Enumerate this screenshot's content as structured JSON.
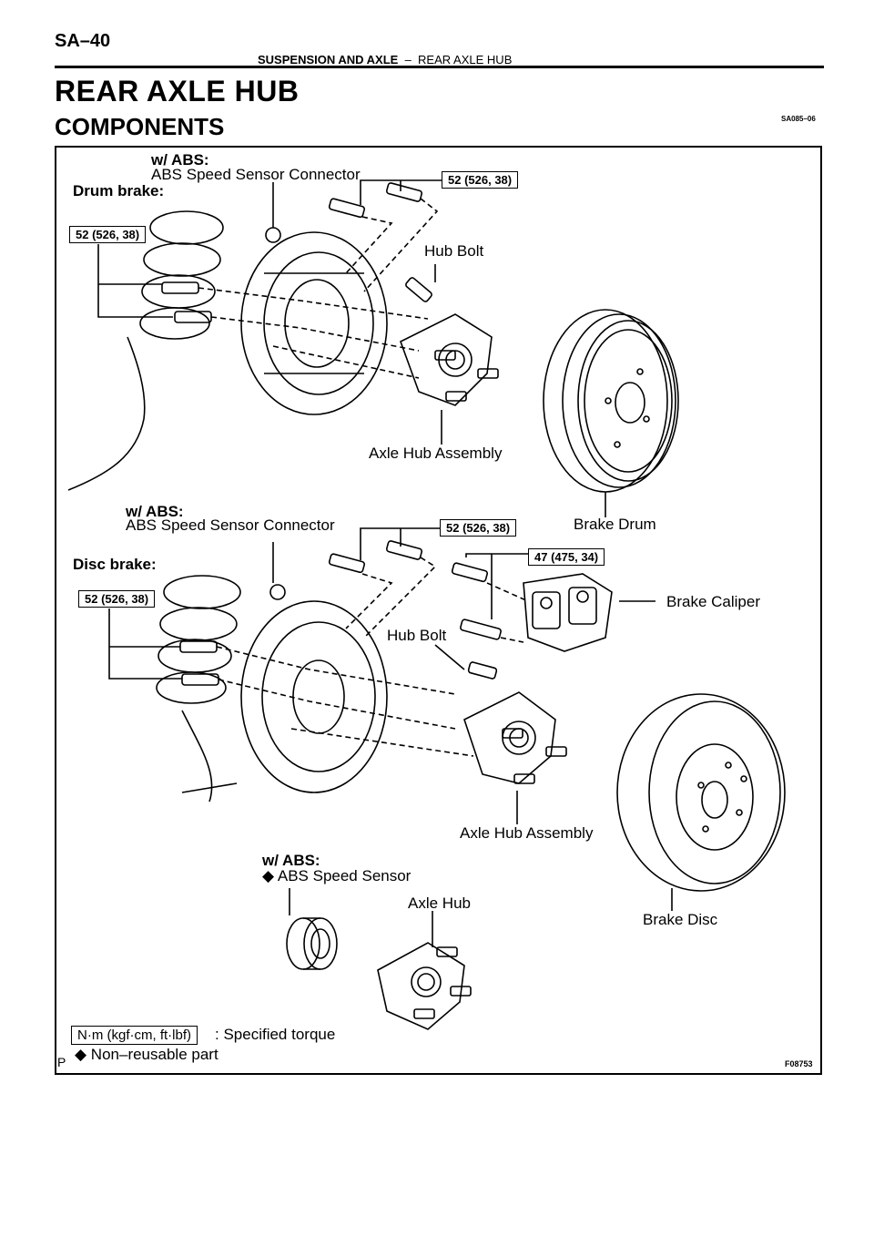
{
  "header": {
    "page_number": "SA–40",
    "section_bold": "SUSPENSION AND AXLE",
    "section_dash": "–",
    "section_sub": "REAR AXLE HUB",
    "title": "REAR AXLE HUB",
    "subtitle": "COMPONENTS",
    "doc_code": "SA085–06"
  },
  "drum": {
    "wabs": "w/ ABS:",
    "sensor_connector": "ABS Speed Sensor Connector",
    "label": "Drum brake:",
    "torque_top": "52 (526, 38)",
    "torque_left": "52 (526, 38)",
    "hub_bolt": "Hub Bolt",
    "axle_hub_assembly": "Axle Hub Assembly",
    "brake_drum": "Brake Drum"
  },
  "disc": {
    "wabs": "w/ ABS:",
    "sensor_connector": "ABS Speed Sensor Connector",
    "label": "Disc brake:",
    "torque_top": "52 (526, 38)",
    "torque_caliper": "47 (475, 34)",
    "torque_left": "52 (526, 38)",
    "brake_caliper": "Brake Caliper",
    "hub_bolt": "Hub Bolt",
    "axle_hub_assembly": "Axle Hub Assembly",
    "brake_disc": "Brake Disc"
  },
  "sensor_detail": {
    "wabs": "w/ ABS:",
    "speed_sensor": "◆ ABS Speed Sensor",
    "axle_hub": "Axle Hub"
  },
  "legend": {
    "torque_unit": "N·m (kgf·cm, ft·lbf)",
    "torque_desc": ": Specified torque",
    "non_reusable": "◆ Non–reusable part",
    "corner_letter": "P",
    "figure_code": "F08753"
  }
}
